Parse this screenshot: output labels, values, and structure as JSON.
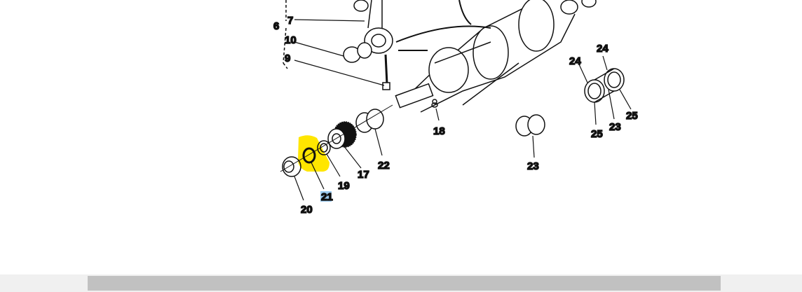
{
  "diagram": {
    "callouts": {
      "c6": "6",
      "c7": "7",
      "c10": "10",
      "c9": "9",
      "c18": "18",
      "c22": "22",
      "c17": "17",
      "c19": "19",
      "c21": "21",
      "c20": "20",
      "c23a": "23",
      "c24a": "24",
      "c24b": "24",
      "c25a": "25",
      "c23b": "23",
      "c25b": "25"
    },
    "selected_callout": "21",
    "highlight_color": "#ffe600",
    "selection_color": "#9ccbf0"
  }
}
